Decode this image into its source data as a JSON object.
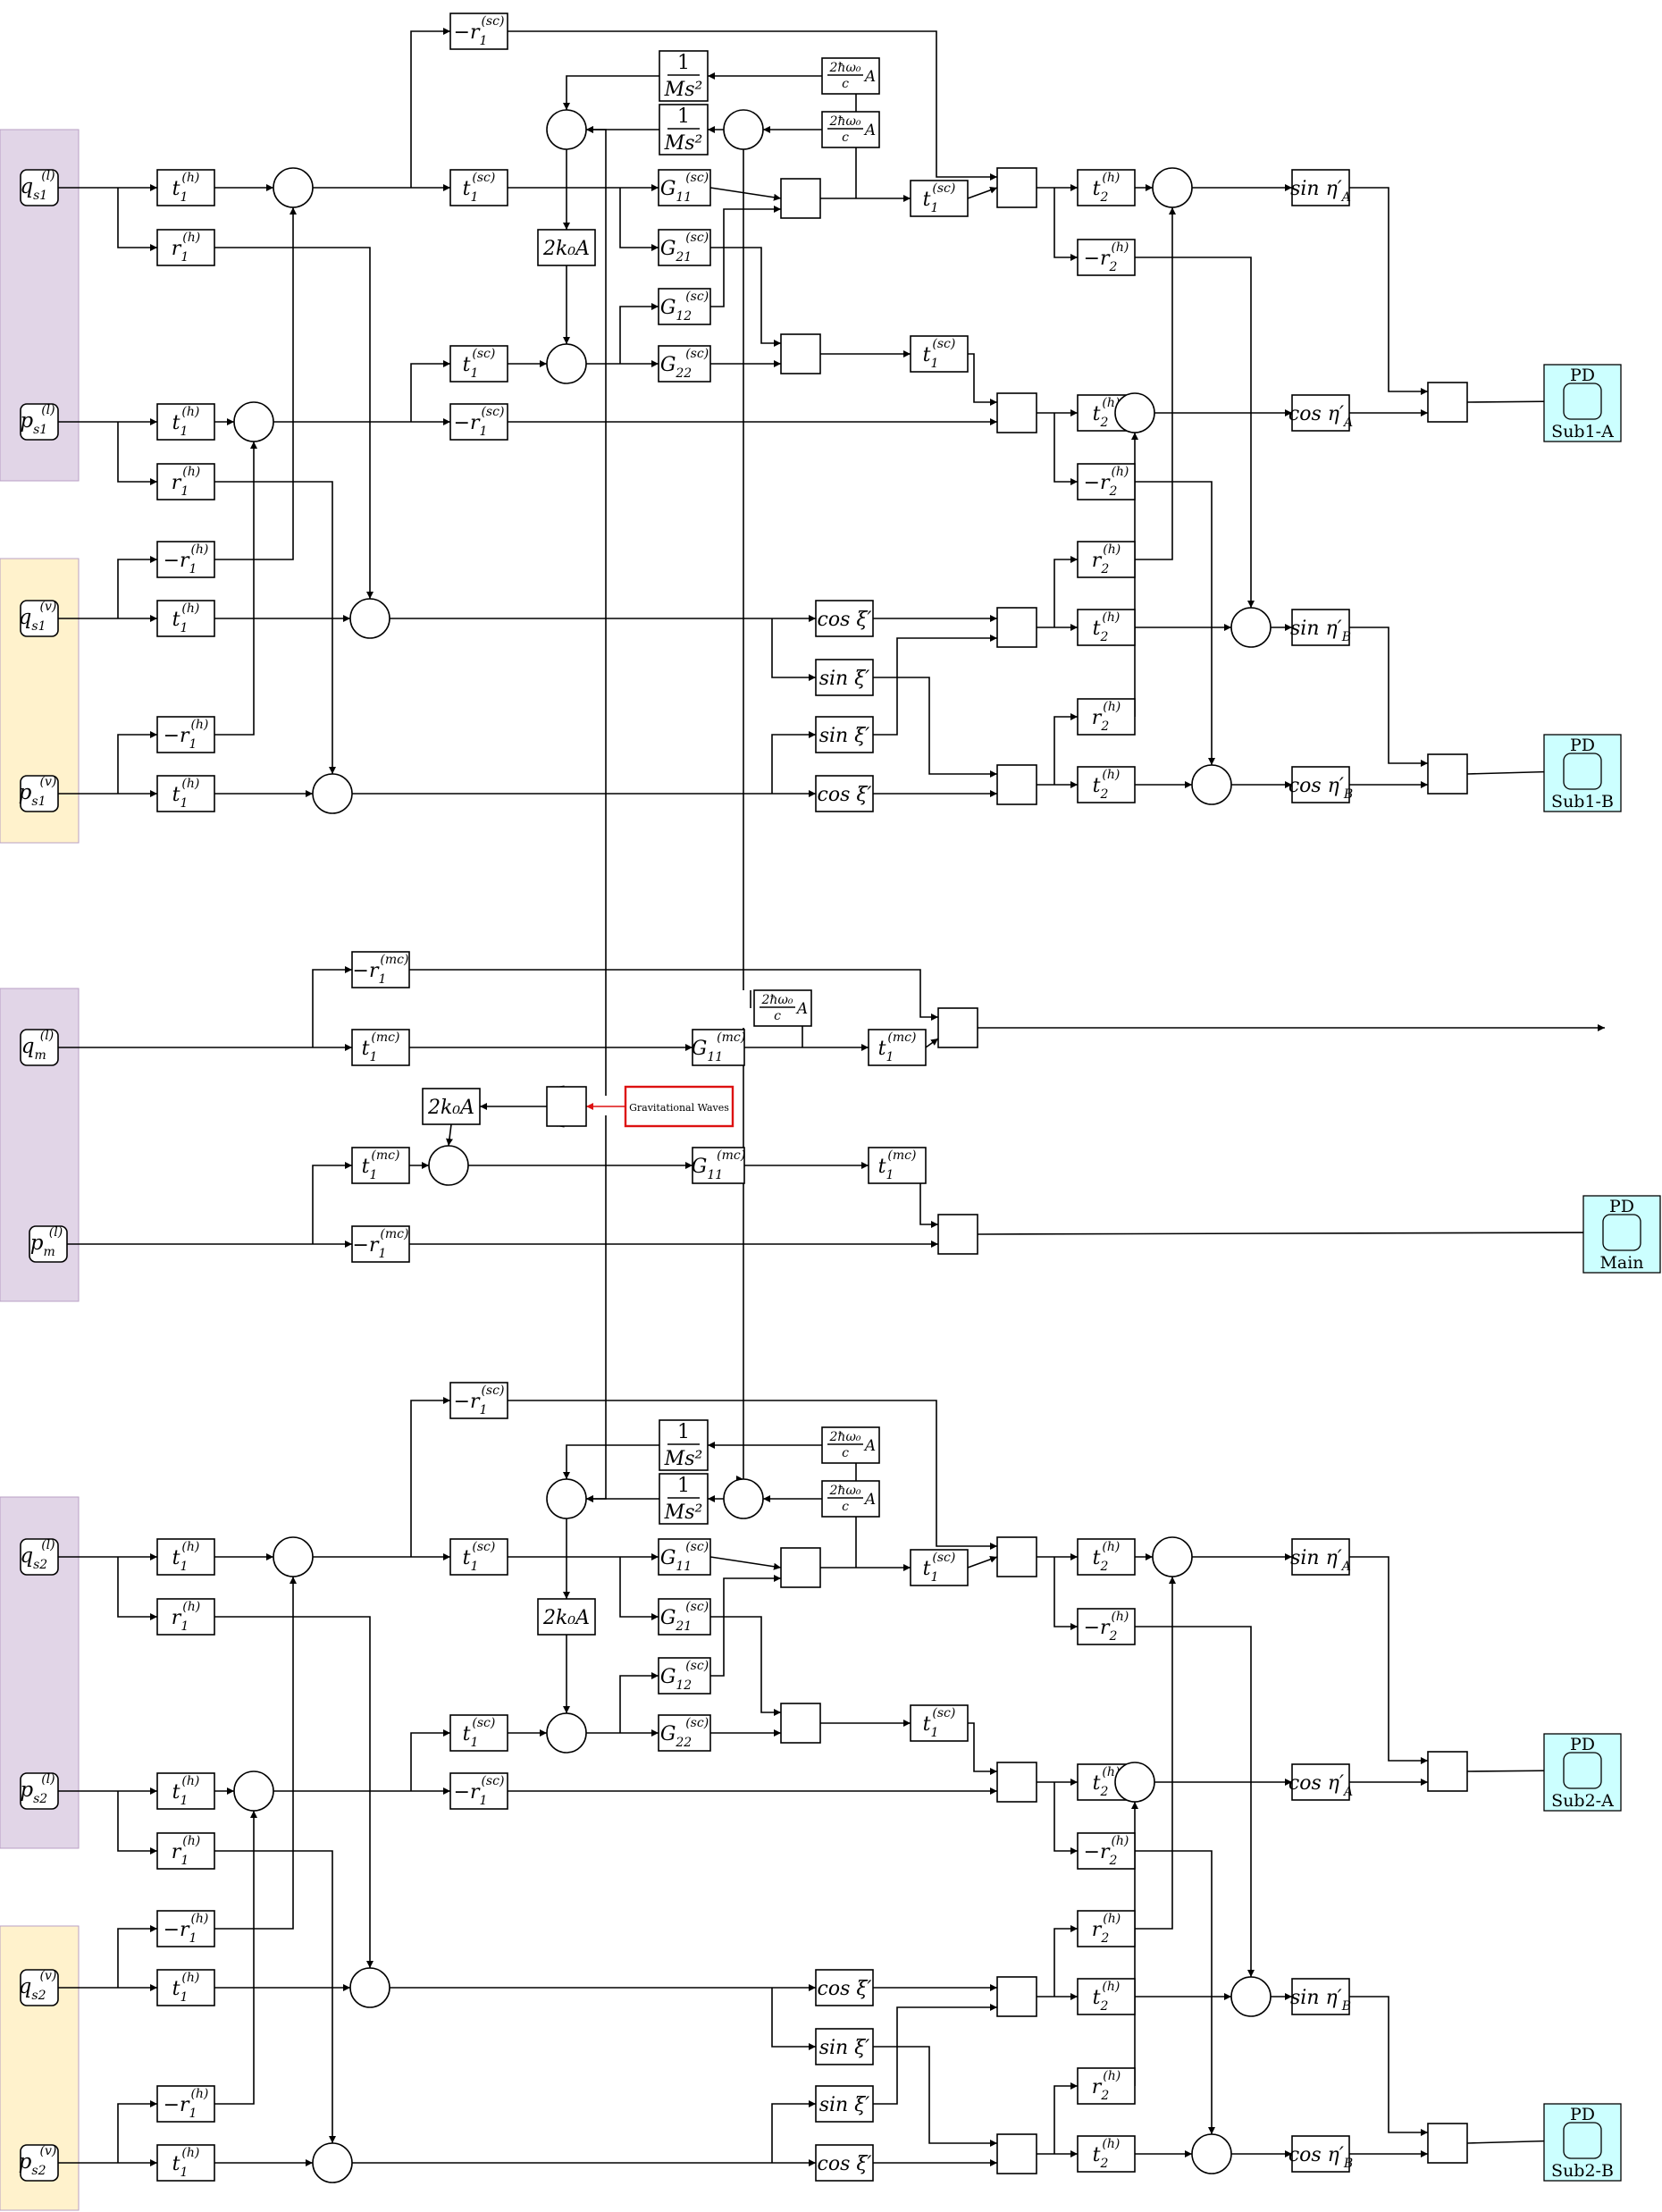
{
  "colors": {
    "laser_region": "#e1d5e7",
    "vacuum_region": "#fff2cc",
    "photodetector": "#ccffff",
    "gw_source": "#dd1111",
    "line": "#000000"
  },
  "labels": {
    "q_s1_l": "q_s1^(l)",
    "p_s1_l": "p_s1^(l)",
    "q_s1_v": "q_s1^(v)",
    "p_s1_v": "p_s1^(v)",
    "q_m_l": "q_m^(l)",
    "p_m_l": "p_m^(l)",
    "q_s2_l": "q_s2^(l)",
    "p_s2_l": "p_s2^(l)",
    "q_s2_v": "q_s2^(v)",
    "p_s2_v": "p_s2^(v)",
    "t1h": "t_1^(h)",
    "r1h": "r_1^(h)",
    "neg_r1h": "−r_1^(h)",
    "t1sc": "t_1^(sc)",
    "neg_r1sc": "−r_1^(sc)",
    "t1mc": "t_1^(mc)",
    "neg_r1mc": "−r_1^(mc)",
    "t2h": "t_2^(h)",
    "r2h": "r_2^(h)",
    "neg_r2h": "−r_2^(h)",
    "G11sc": "G_11^(sc)",
    "G21sc": "G_21^(sc)",
    "G12sc": "G_12^(sc)",
    "G22sc": "G_22^(sc)",
    "G11mc": "G_11^(mc)",
    "inv_ms2": "1/Ms²",
    "rad_pressure": "(2ħω₀/c)A",
    "twok0A": "2k₀A",
    "cos_xi": "cos ξ′",
    "sin_xi": "sin ξ′",
    "sin_etaA": "sin η′_A",
    "cos_etaA": "cos η′_A",
    "sin_etaB": "sin η′_B",
    "cos_etaB": "cos η′_B",
    "gw": "Gravitational Waves"
  },
  "photodetectors": [
    {
      "title": "PD",
      "label": "Sub1-A"
    },
    {
      "title": "PD",
      "label": "Sub1-B"
    },
    {
      "title": "PD",
      "label": "Main"
    },
    {
      "title": "PD",
      "label": "Sub2-A"
    },
    {
      "title": "PD",
      "label": "Sub2-B"
    }
  ]
}
